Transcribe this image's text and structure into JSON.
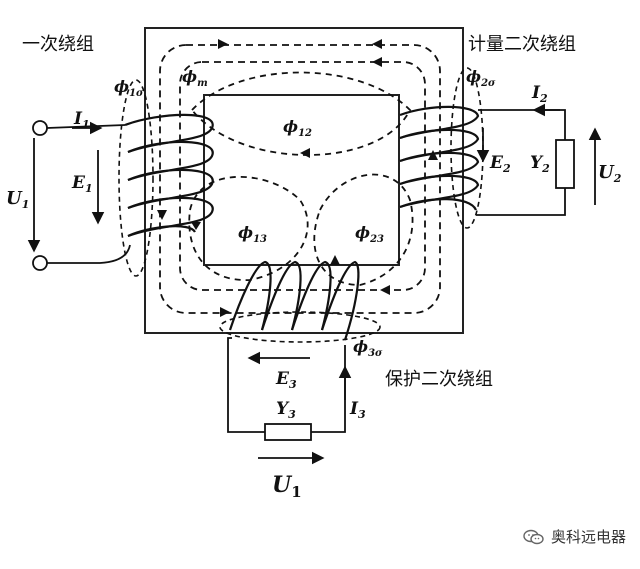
{
  "windings": {
    "primary_title": "一次绕组",
    "metering_title": "计量二次绕组",
    "protection_title": "保护二次绕组"
  },
  "labels": {
    "I1": "I",
    "I1_sub": "1",
    "U1": "U",
    "U1_sub": "1",
    "E1": "E",
    "E1_sub": "1",
    "phi1s": "ϕ",
    "phi1s_sub": "1σ",
    "phim": "ϕ",
    "phim_sub": "m",
    "phi12": "ϕ",
    "phi12_sub": "12",
    "phi13": "ϕ",
    "phi13_sub": "13",
    "phi23": "ϕ",
    "phi23_sub": "23",
    "phi2s": "ϕ",
    "phi2s_sub": "2σ",
    "I2": "I",
    "I2_sub": "2",
    "E2": "E",
    "E2_sub": "2",
    "Y2": "Y",
    "Y2_sub": "2",
    "U2": "U",
    "U2_sub": "2",
    "phi3s": "ϕ",
    "phi3s_sub": "3σ",
    "E3": "E",
    "E3_sub": "3",
    "Y3": "Y",
    "Y3_sub": "3",
    "I3": "I",
    "I3_sub": "3",
    "U_bottom": "U",
    "U_bottom_sub": "1"
  },
  "watermark": {
    "text": "奥科远电器",
    "icon": "wechat-icon"
  }
}
